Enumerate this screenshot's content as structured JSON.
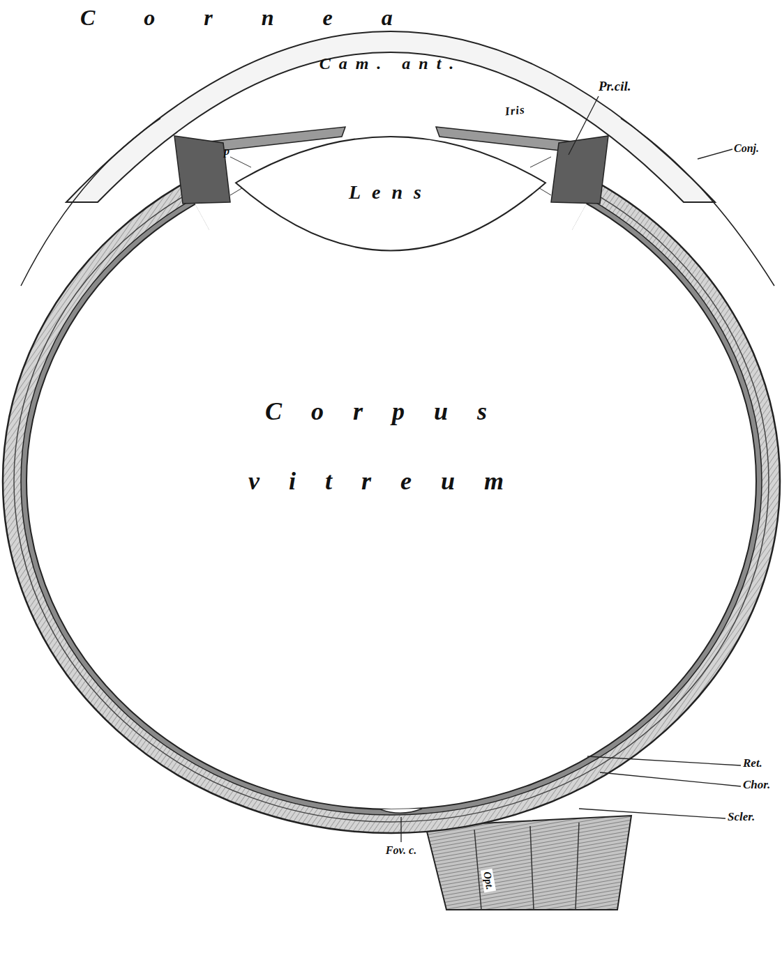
{
  "diagram": {
    "nodes": [
      {
        "text": [
          "Lens"
        ]
      }
    ],
    "labels": [
      "Cornea",
      "Cam. ant.",
      "Iris",
      "p",
      "Pr.cil.",
      "Conj.",
      "Corpus vitreum",
      "Ret.",
      "Chor.",
      "Scler.",
      "Fov. c.",
      "Opt."
    ]
  }
}
